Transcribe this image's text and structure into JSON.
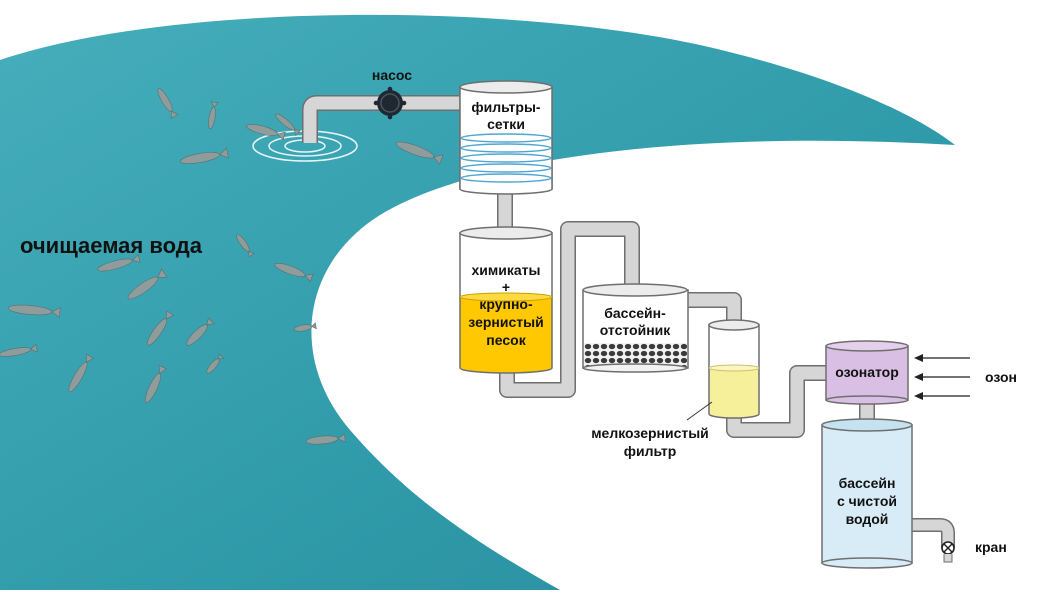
{
  "labels": {
    "water_body": "очищаемая вода",
    "pump": "насос",
    "mesh_filters": [
      "фильтры-",
      "сетки"
    ],
    "sand_filter": [
      "химикаты",
      "+",
      "крупно-",
      "зернистый",
      "песок"
    ],
    "settling_tank": [
      "бассейн-",
      "отстойник"
    ],
    "fine_filter": [
      "мелкозернистый",
      "фильтр"
    ],
    "ozonator": "озонатор",
    "ozone": "озон",
    "clean_pool": [
      "бассейн",
      "с чистой",
      "водой"
    ],
    "tap": "кран"
  },
  "colors": {
    "water": "#3aa3b0",
    "pipe": "#d6d6d6",
    "pipe_edge": "#6f6f6f",
    "sand": "#ffc800",
    "fine_filter_fill": "#f7f09a",
    "ozonator_fill": "#d9bfe3",
    "clean_pool_fill": "#d7ecf6",
    "mesh_lines": "#4fa6d0"
  }
}
